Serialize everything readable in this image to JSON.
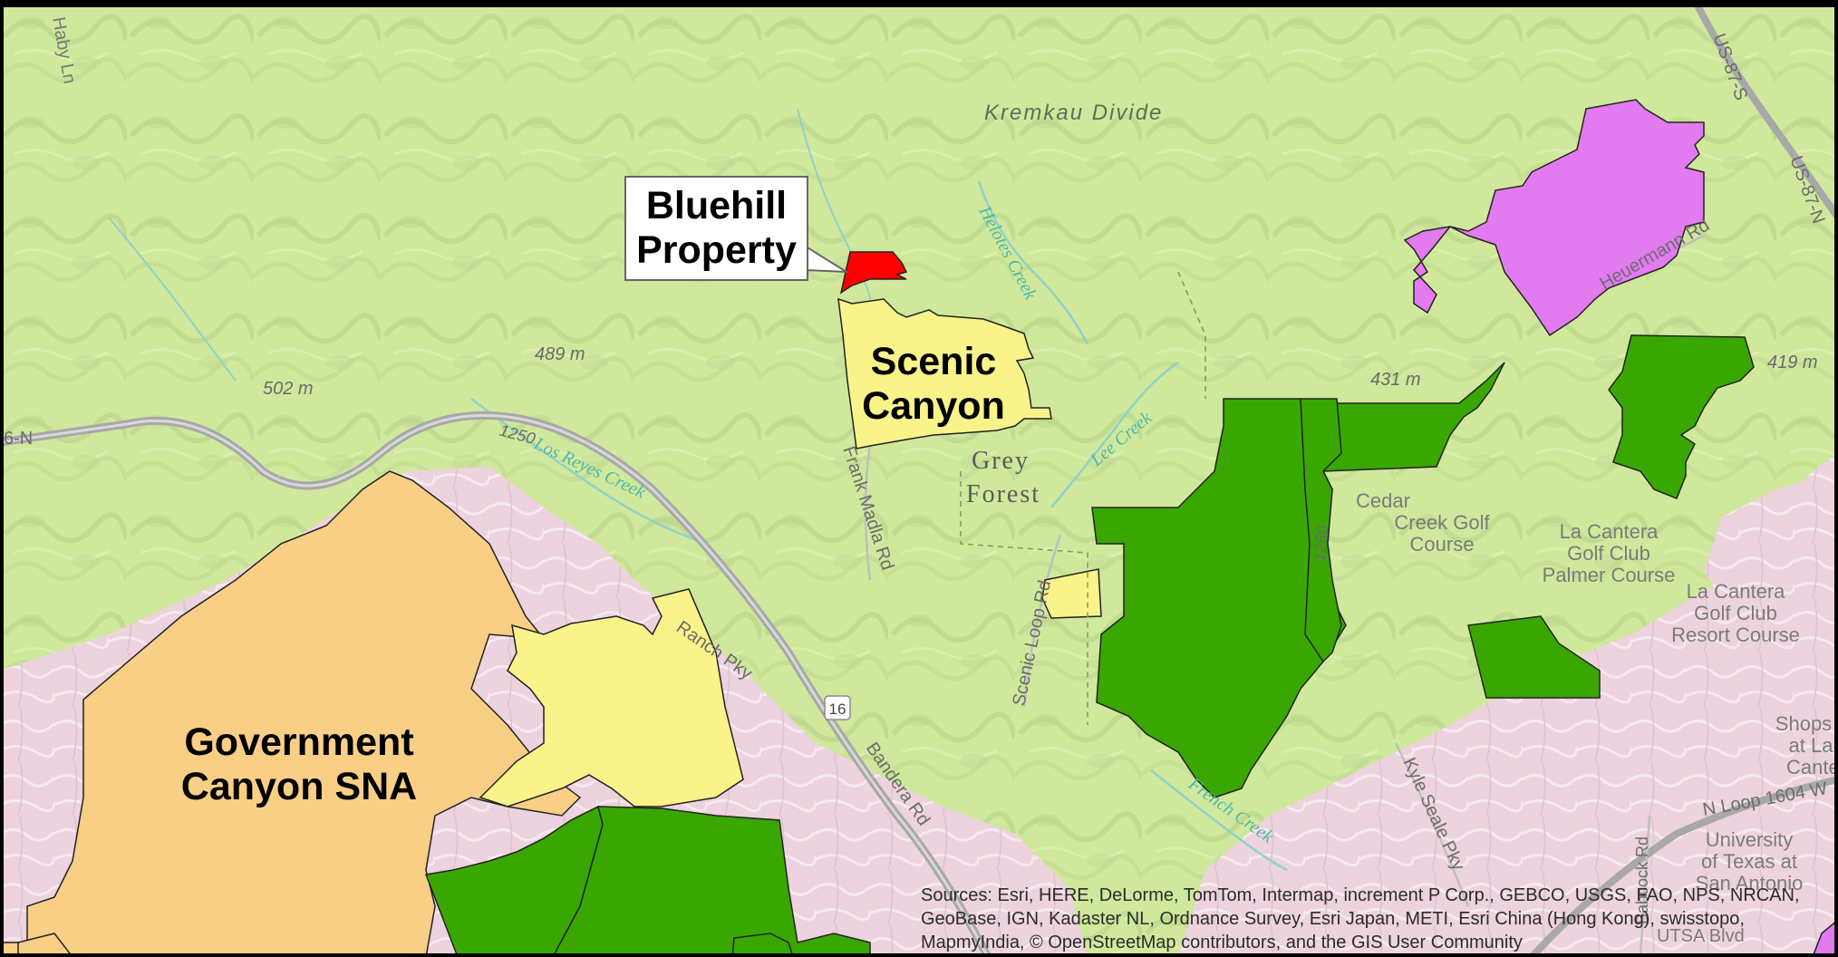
{
  "map": {
    "callout": {
      "line1": "Bluehill",
      "line2": "Property"
    },
    "areas": {
      "scenic_canyon": {
        "line1": "Scenic",
        "line2": "Canyon"
      },
      "government_canyon": {
        "line1": "Government",
        "line2": "Canyon SNA"
      }
    },
    "place_labels": {
      "kremkau_divide": "Kremkau Divide",
      "grey": "Grey",
      "forest": "Forest",
      "cedar_1": "Cedar",
      "cedar_2": "Creek Golf",
      "cedar_3": "Course",
      "lacantera_golf_1": "La Cantera",
      "lacantera_golf_2": "Golf Club",
      "lacantera_golf_3": "Palmer Course",
      "lacantera_resort_1": "La Cantera",
      "lacantera_resort_2": "Golf Club",
      "lacantera_resort_3": "Resort Course",
      "utsa_1": "University",
      "utsa_2": "of Texas at",
      "utsa_3": "San Antonio",
      "shops_1": "Shops",
      "shops_2": "at La",
      "shops_3": "Canter"
    },
    "road_labels": {
      "haby_ln": "Haby Ln",
      "us87s": "US-87-S",
      "us87n": "US-87-N",
      "bandera_rd": "Bandera Rd",
      "hwy16": "16",
      "hwy16_left": "6-N",
      "frank_madla": "Frank Madla Rd",
      "scenic_loop": "Scenic Loop Rd",
      "ranch_pky": "Ranch Pky",
      "kyle_seale": "Kyle Seale Pky",
      "loop1604": "N Loop 1604 W",
      "utsa_blvd": "UTSA Blvd",
      "heuermann": "Heuermann Rd",
      "babcock": "Babcock Rd"
    },
    "water_labels": {
      "helotes_creek": "Helotes Creek",
      "los_reyes": "Los Reyes Creek",
      "lee_creek": "Lee Creek",
      "french_creek": "French Creek"
    },
    "elevations": {
      "e502": "502 m",
      "e489": "489 m",
      "e431": "431 m",
      "e419": "419 m",
      "c1250a": "1250",
      "c1250b": "1250"
    },
    "attribution": "Sources: Esri, HERE, DeLorme, TomTom, Intermap, increment P Corp., GEBCO, USGS, FAO, NPS, NRCAN, GeoBase, IGN, Kadaster NL, Ordnance Survey, Esri Japan, METI, Esri China (Hong Kong), swisstopo, MapmyIndia, © OpenStreetMap contributors, and the GIS User Community",
    "colors": {
      "terrain": "#d2ea9f",
      "urban": "#ecd2de",
      "bluehill": "#ff0000",
      "scenic_canyon": "#faf38a",
      "government_canyon": "#f9cf86",
      "green_protected": "#3aa700",
      "magenta_parcel": "#e27af0"
    }
  }
}
